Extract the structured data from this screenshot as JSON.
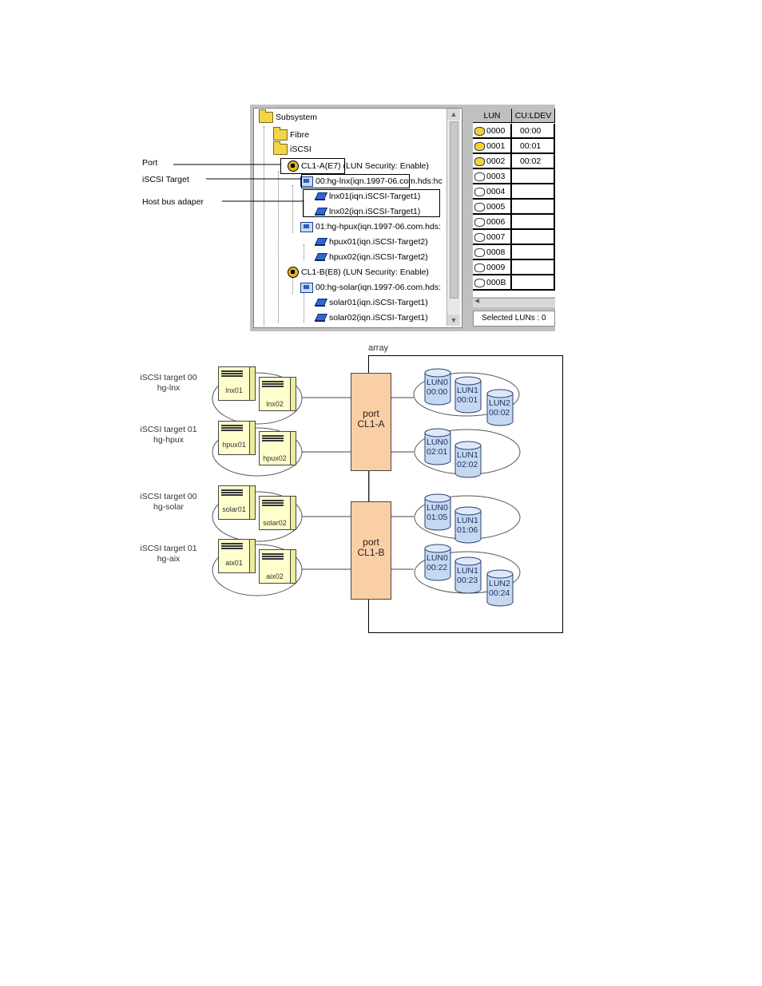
{
  "screenshot": {
    "tree": [
      {
        "id": "subsystem",
        "label": "Subsystem",
        "icon": "folder-icon"
      },
      {
        "id": "fibre",
        "label": "Fibre",
        "icon": "folder-icon"
      },
      {
        "id": "iscsi",
        "label": "iSCSI",
        "icon": "folder-icon"
      },
      {
        "id": "cl1a",
        "label": "CL1-A(E7) (LUN Security: Enable)",
        "icon": "port-icon"
      },
      {
        "id": "hg_lnx",
        "label": "00:hg-lnx(iqn.1997-06.com.hds:hc",
        "icon": "iscsi-target-icon"
      },
      {
        "id": "lnx01",
        "label": "lnx01(iqn.iSCSI-Target1)",
        "icon": "host-bus-adapter-icon"
      },
      {
        "id": "lnx02",
        "label": "lnx02(iqn.iSCSI-Target1)",
        "icon": "host-bus-adapter-icon"
      },
      {
        "id": "hg_hpux",
        "label": "01:hg-hpux(iqn.1997-06.com.hds:",
        "icon": "iscsi-target-icon"
      },
      {
        "id": "hpux01",
        "label": "hpux01(iqn.iSCSI-Target2)",
        "icon": "host-bus-adapter-icon"
      },
      {
        "id": "hpux02",
        "label": "hpux02(iqn.iSCSI-Target2)",
        "icon": "host-bus-adapter-icon"
      },
      {
        "id": "cl1b",
        "label": "CL1-B(E8) (LUN Security: Enable)",
        "icon": "port-icon"
      },
      {
        "id": "hg_solar",
        "label": "00:hg-solar(iqn.1997-06.com.hds:",
        "icon": "iscsi-target-icon"
      },
      {
        "id": "solar01",
        "label": "solar01(iqn.iSCSI-Target1)",
        "icon": "host-bus-adapter-icon"
      },
      {
        "id": "solar02",
        "label": "solar02(iqn.iSCSI-Target1)",
        "icon": "host-bus-adapter-icon"
      }
    ],
    "lun_table": {
      "headers": [
        "LUN",
        "CU:LDEV"
      ],
      "rows": [
        {
          "lun": "0000",
          "ldev": "00:00",
          "state": "used"
        },
        {
          "lun": "0001",
          "ldev": "00:01",
          "state": "used"
        },
        {
          "lun": "0002",
          "ldev": "00:02",
          "state": "used"
        },
        {
          "lun": "0003",
          "ldev": "",
          "state": "free"
        },
        {
          "lun": "0004",
          "ldev": "",
          "state": "free"
        },
        {
          "lun": "0005",
          "ldev": "",
          "state": "free"
        },
        {
          "lun": "0006",
          "ldev": "",
          "state": "free"
        },
        {
          "lun": "0007",
          "ldev": "",
          "state": "free"
        },
        {
          "lun": "0008",
          "ldev": "",
          "state": "free"
        },
        {
          "lun": "0009",
          "ldev": "",
          "state": "free"
        },
        {
          "lun": "000B",
          "ldev": "",
          "state": "free"
        }
      ]
    },
    "selected_luns": "Selected LUNs : 0"
  },
  "callouts": {
    "port": "Port",
    "iscsi_target": "iSCSI Target",
    "hba": "Host bus adaper"
  },
  "diagram": {
    "array_label": "array",
    "host_groups": [
      {
        "line1": "iSCSI target 00",
        "line2": "hg-lnx",
        "servers": [
          "lnx01",
          "lnx02"
        ]
      },
      {
        "line1": "iSCSI target 01",
        "line2": "hg-hpux",
        "servers": [
          "hpux01",
          "hpux02"
        ]
      },
      {
        "line1": "iSCSI target 00",
        "line2": "hg-solar",
        "servers": [
          "solar01",
          "solar02"
        ]
      },
      {
        "line1": "iSCSI target 01",
        "line2": "hg-aix",
        "servers": [
          "aix01",
          "aix02"
        ]
      }
    ],
    "ports": [
      {
        "line1": "port",
        "line2": "CL1-A"
      },
      {
        "line1": "port",
        "line2": "CL1-B"
      }
    ],
    "lun_groups": [
      [
        {
          "lun": "LUN0",
          "ldev": "00:00"
        },
        {
          "lun": "LUN1",
          "ldev": "00:01"
        },
        {
          "lun": "LUN2",
          "ldev": "00:02"
        }
      ],
      [
        {
          "lun": "LUN0",
          "ldev": "02:01"
        },
        {
          "lun": "LUN1",
          "ldev": "02:02"
        }
      ],
      [
        {
          "lun": "LUN0",
          "ldev": "01:05"
        },
        {
          "lun": "LUN1",
          "ldev": "01:06"
        }
      ],
      [
        {
          "lun": "LUN0",
          "ldev": "00:22"
        },
        {
          "lun": "LUN1",
          "ldev": "00:23"
        },
        {
          "lun": "LUN2",
          "ldev": "00:24"
        }
      ]
    ]
  }
}
